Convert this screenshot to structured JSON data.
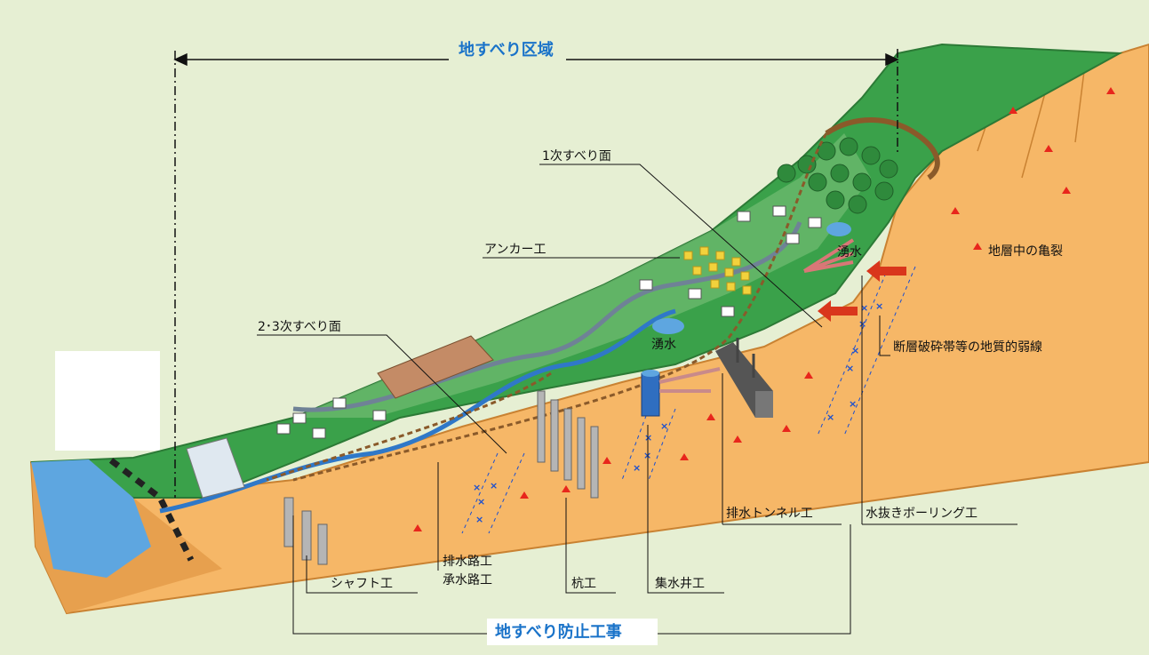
{
  "labels": {
    "zone_title": "地すべり区域",
    "primary_slip": "1次すべり面",
    "anchor": "アンカー工",
    "spring_upper": "湧水",
    "crack": "地層中の亀裂",
    "secondary_slip": "2･3次すべり面",
    "spring_lower": "湧水",
    "fault": "断層破砕帯等の地質的弱線",
    "tunnel": "排水トンネル工",
    "boring": "水抜きボーリング工",
    "drain1": "排水路工",
    "drain2": "承水路工",
    "shaft": "シャフト工",
    "pile": "杭工",
    "well": "集水井工",
    "works_title": "地すべり防止工事"
  },
  "colors": {
    "sky": "#e6efd3",
    "grass": "#3aa14a",
    "grass_light": "#7cc27a",
    "soil": "#f6b767",
    "soil_dark": "#e7a04e",
    "water": "#5ea6e0",
    "title": "#1a73c9",
    "crack_marker": "#e8261c",
    "boring_marker": "#1a4fd0"
  }
}
